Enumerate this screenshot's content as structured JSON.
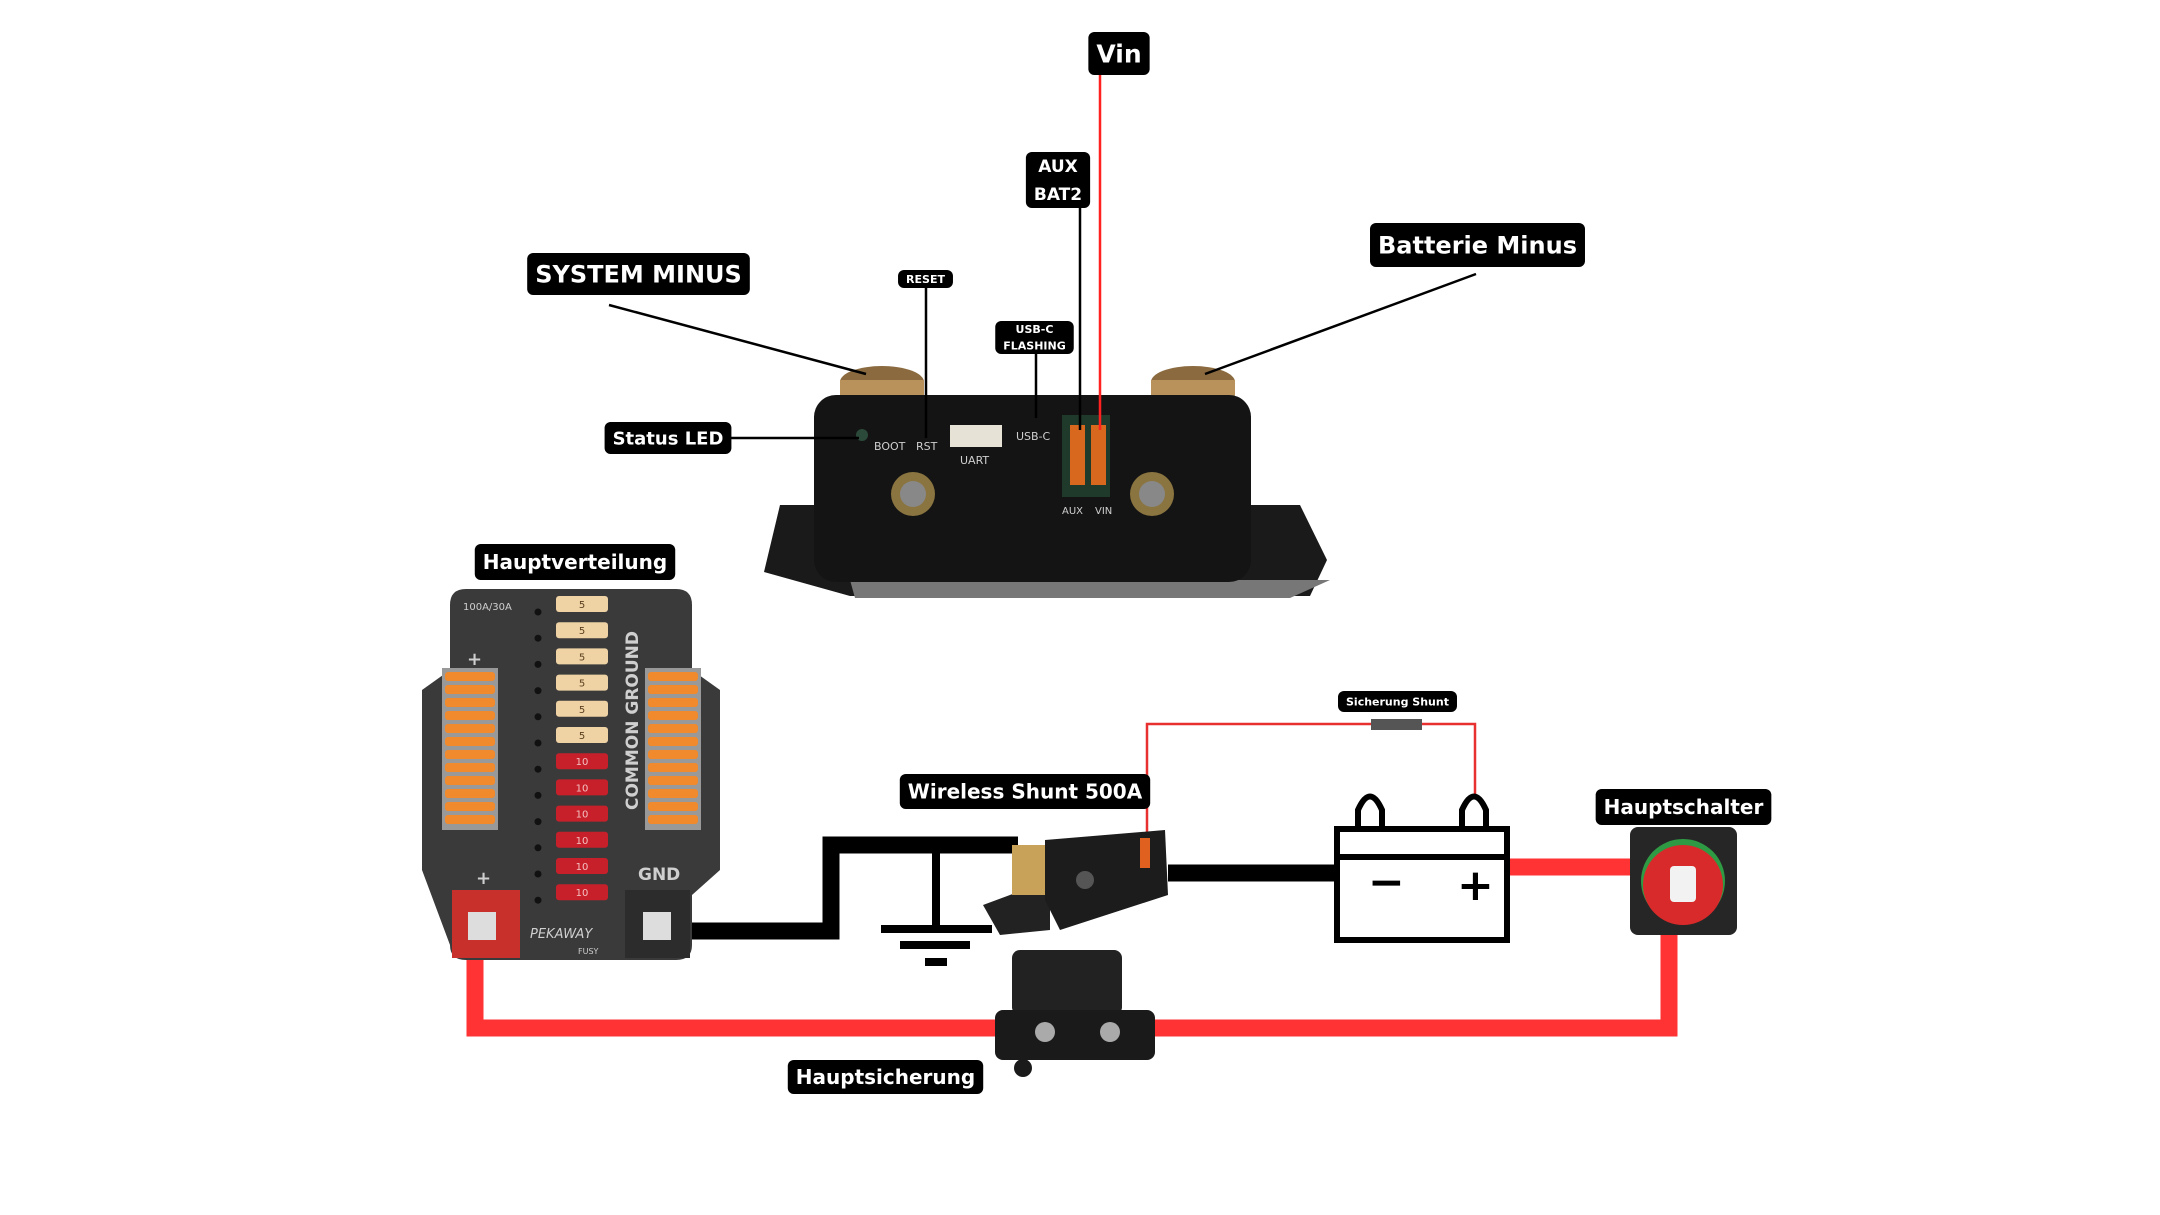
{
  "labels": {
    "vin": "Vin",
    "aux_line1": "AUX",
    "aux_line2": "BAT2",
    "system_minus": "SYSTEM MINUS",
    "reset": "RESET",
    "usbc_line1": "USB-C",
    "usbc_line2": "FLASHING",
    "batterie_minus": "Batterie Minus",
    "status_led": "Status LED",
    "hauptverteilung": "Hauptverteilung",
    "wireless_shunt": "Wireless Shunt 500A",
    "sicherung_shunt": "Sicherung Shunt",
    "hauptschalter": "Hauptschalter",
    "hauptsicherung": "Hauptsicherung"
  },
  "shunt_device": {
    "boot": "BOOT",
    "rst": "RST",
    "uart": "UART",
    "usbc": "USB-C",
    "aux": "AUX",
    "vin": "VIN"
  },
  "fusebox": {
    "rating": "100A/30A",
    "common_ground": "COMMON GROUND",
    "gnd": "GND",
    "plus_top": "+",
    "plus_bottom": "+",
    "brand": "PEKAWAY",
    "model": "FUSY",
    "fuses": [
      "5",
      "5",
      "5",
      "5",
      "5",
      "5",
      "10",
      "10",
      "10",
      "10",
      "10",
      "10"
    ]
  },
  "battery": {
    "minus": "−",
    "plus": "+"
  },
  "colors": {
    "wire_positive": "#ff3333",
    "wire_negative": "#000000",
    "label_bg": "#000000",
    "fuse_5": "#f0d3a4",
    "fuse_10": "#c8202a",
    "terminal": "#f08a2c"
  }
}
